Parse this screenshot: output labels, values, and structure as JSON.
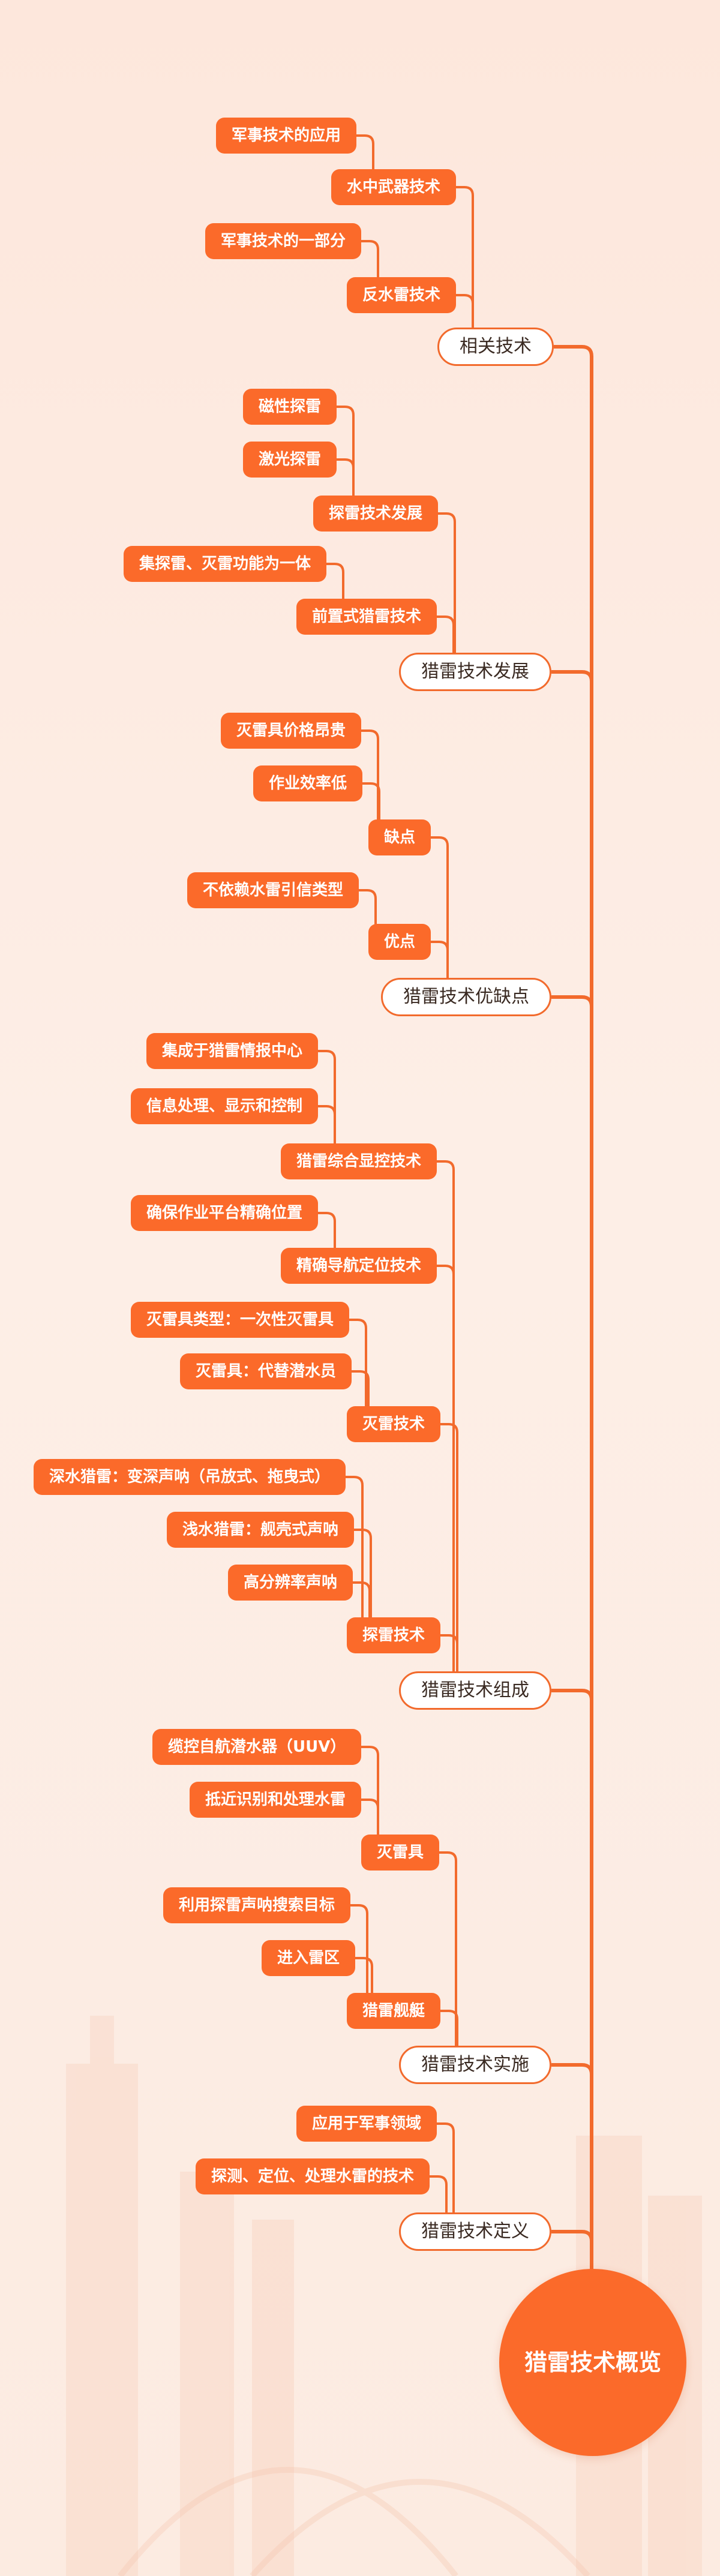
{
  "colors": {
    "accent": "#fb6a2a",
    "line": "#f26a2c",
    "branch_fill": "#ffffff",
    "background": "#fde9df"
  },
  "mindmap": {
    "root": "猎雷技术概览",
    "branches": [
      {
        "label": "相关技术",
        "children": [
          {
            "label": "水中武器技术",
            "children": [
              "军事技术的应用"
            ]
          },
          {
            "label": "反水雷技术",
            "children": [
              "军事技术的一部分"
            ]
          }
        ]
      },
      {
        "label": "猎雷技术发展",
        "children": [
          {
            "label": "探雷技术发展",
            "children": [
              "磁性探雷",
              "激光探雷"
            ]
          },
          {
            "label": "前置式猎雷技术",
            "children": [
              "集探雷、灭雷功能为一体"
            ]
          }
        ]
      },
      {
        "label": "猎雷技术优缺点",
        "children": [
          {
            "label": "缺点",
            "children": [
              "灭雷具价格昂贵",
              "作业效率低"
            ]
          },
          {
            "label": "优点",
            "children": [
              "不依赖水雷引信类型"
            ]
          }
        ]
      },
      {
        "label": "猎雷技术组成",
        "children": [
          {
            "label": "猎雷综合显控技术",
            "children": [
              "集成于猎雷情报中心",
              "信息处理、显示和控制"
            ]
          },
          {
            "label": "精确导航定位技术",
            "children": [
              "确保作业平台精确位置"
            ]
          },
          {
            "label": "灭雷技术",
            "children": [
              "灭雷具类型：一次性灭雷具",
              "灭雷具：代替潜水员"
            ]
          },
          {
            "label": "探雷技术",
            "children": [
              "深水猎雷：变深声呐（吊放式、拖曳式）",
              "浅水猎雷：舰壳式声呐",
              "高分辨率声呐"
            ]
          }
        ]
      },
      {
        "label": "猎雷技术实施",
        "children": [
          {
            "label": "灭雷具",
            "children": [
              "缆控自航潜水器（UUV）",
              "抵近识别和处理水雷"
            ]
          },
          {
            "label": "猎雷舰艇",
            "children": [
              "利用探雷声呐搜索目标",
              "进入雷区"
            ]
          }
        ]
      },
      {
        "label": "猎雷技术定义",
        "children": [
          "应用于军事领域",
          "探测、定位、处理水雷的技术"
        ]
      }
    ]
  }
}
